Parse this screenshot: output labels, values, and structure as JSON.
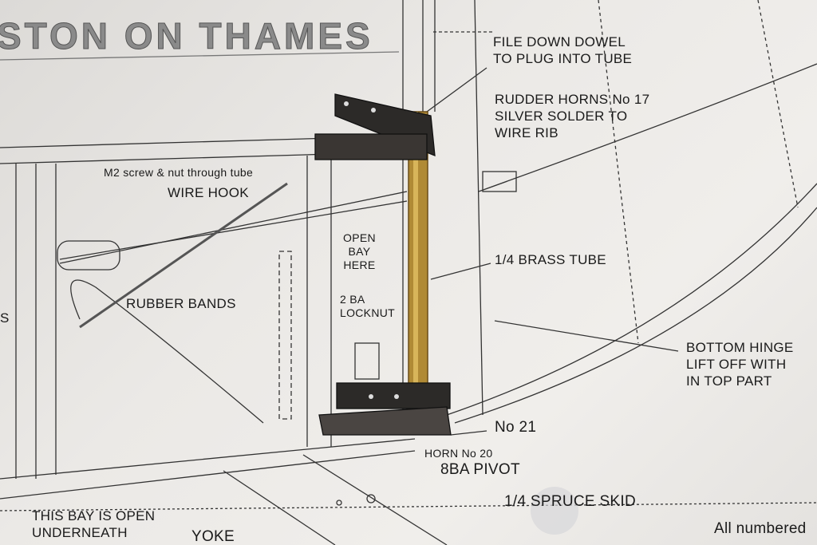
{
  "plan": {
    "title": "STON ON THAMES",
    "labels": {
      "file_down": [
        "FILE DOWN DOWEL",
        "TO PLUG INTO TUBE"
      ],
      "rudder_horns": [
        "RUDDER HORNS No 17",
        "SILVER SOLDER TO",
        "WIRE RIB"
      ],
      "m2_screw": "M2 screw & nut through tube",
      "wire_hook": "WIRE HOOK",
      "open_bay": [
        "OPEN",
        "BAY",
        "HERE"
      ],
      "brass_tube": "1/4 BRASS TUBE",
      "locknut": [
        "2 BA",
        "LOCKNUT"
      ],
      "rubber_bands": "RUBBER BANDS",
      "left_s": "S",
      "bottom_hinge": [
        "BOTTOM HINGE",
        "LIFT OFF WITH",
        "IN TOP PART"
      ],
      "no21": "No 21",
      "horn20": "HORN No 20",
      "pivot": "8BA PIVOT",
      "skid": "1/4 SPRUCE SKID",
      "bay_open": [
        "THIS BAY IS OPEN",
        "UNDERNEATH"
      ],
      "yoke": "YOKE",
      "all_numbered": "All numbered"
    }
  }
}
